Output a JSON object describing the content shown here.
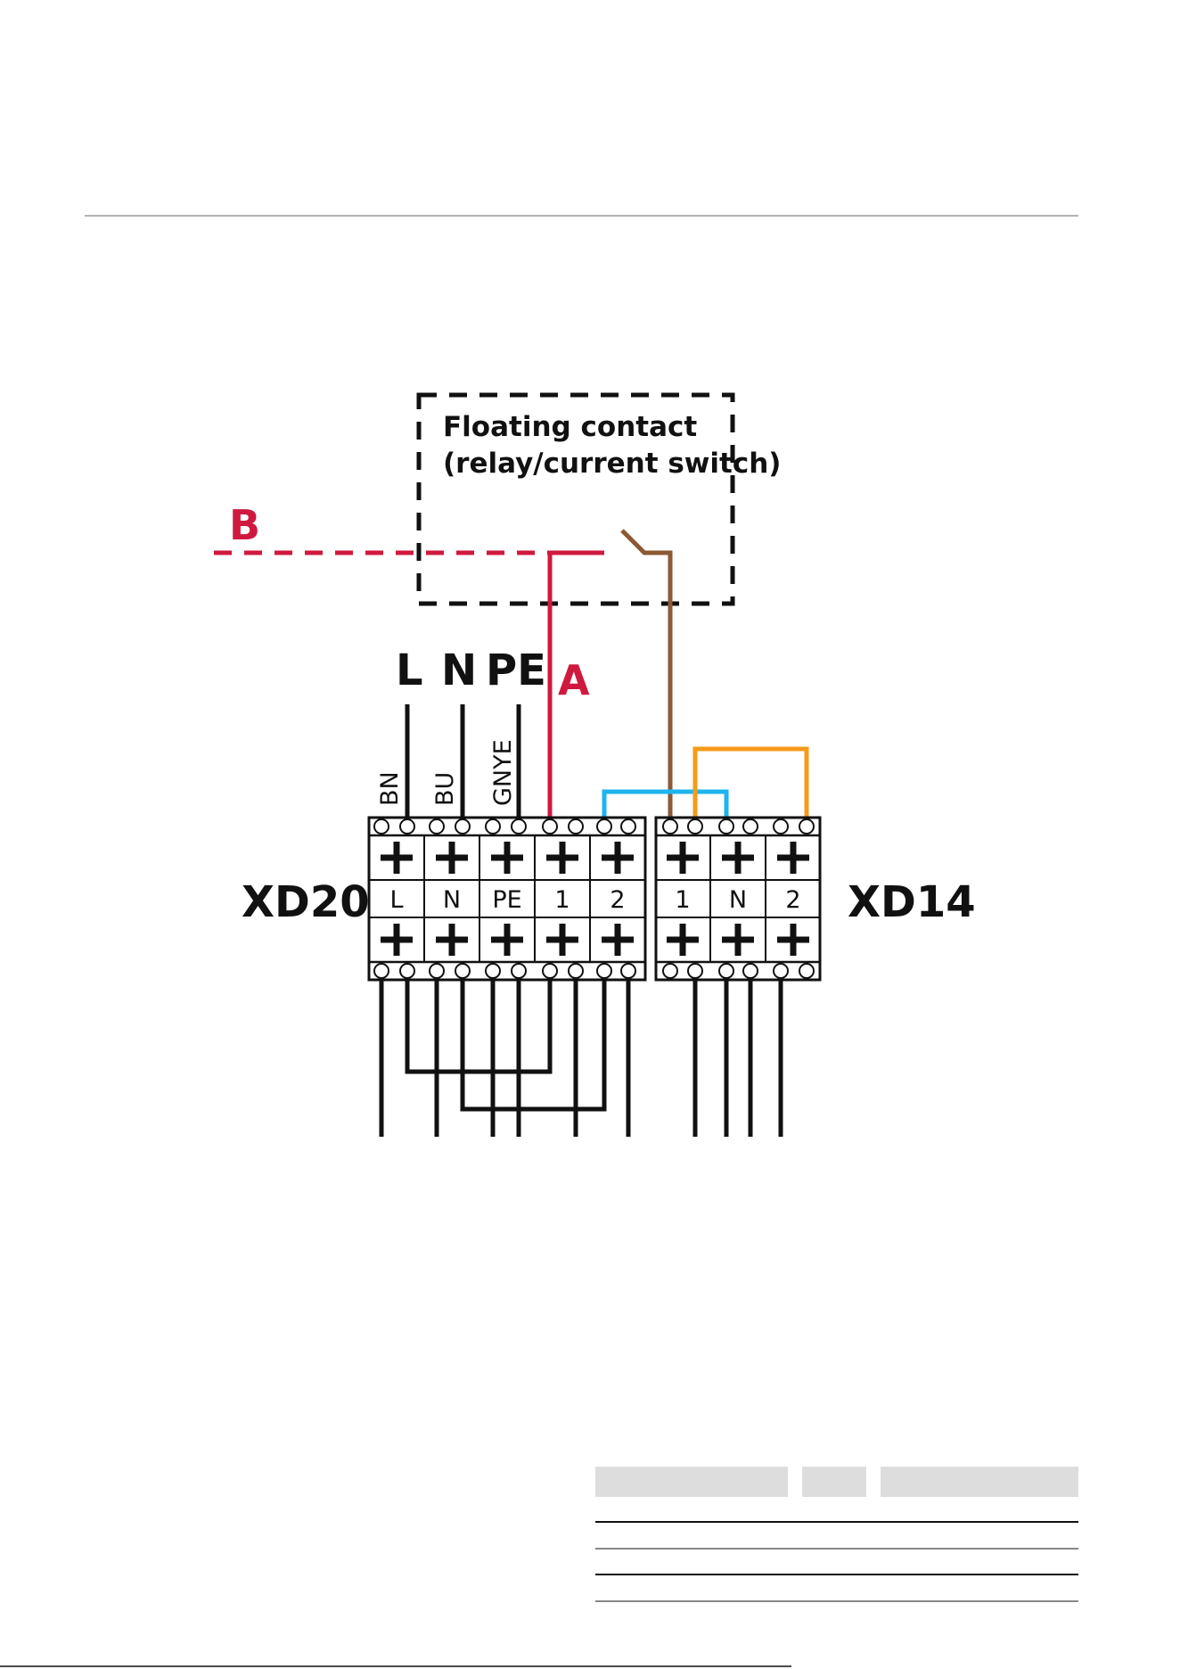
{
  "contact_box": {
    "line1": "Floating contact",
    "line2": "(relay/current switch)"
  },
  "signals": {
    "a": "A",
    "b": "B"
  },
  "supply": {
    "l": "L",
    "n": "N",
    "pe": "PE"
  },
  "wire_colors": {
    "bn": "BN",
    "bu": "BU",
    "gnye": "GNYE"
  },
  "xd20": {
    "name": "XD20",
    "terminals": [
      "L",
      "N",
      "PE",
      "1",
      "2"
    ]
  },
  "xd14": {
    "name": "XD14",
    "terminals": [
      "1",
      "N",
      "2"
    ]
  },
  "colors": {
    "signal_red": "#d0193e",
    "brown": "#8b5a34",
    "blue": "#1eb4ee",
    "orange": "#f59a1b",
    "black": "#111111",
    "table_header": "#dddddd"
  }
}
